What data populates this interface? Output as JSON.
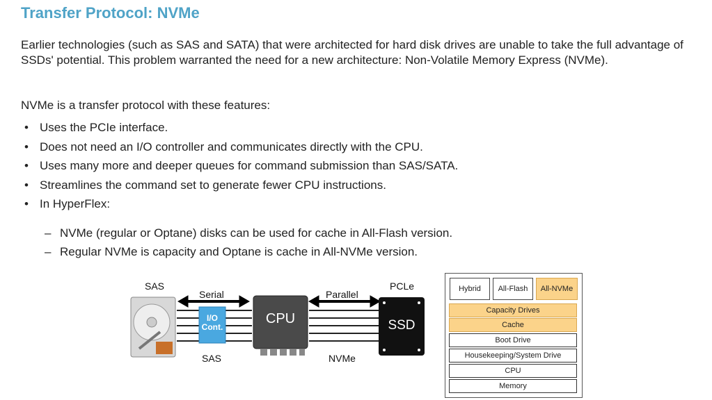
{
  "title": "Transfer Protocol: NVMe",
  "intro": "Earlier technologies (such as SAS and SATA) that were architected for hard disk drives are unable to take the full advantage of SSDs' potential. This problem warranted the need for a new architecture: Non-Volatile Memory Express (NVMe).",
  "features_intro": "NVMe is a transfer protocol with these features:",
  "bullets": [
    "Uses the PCIe interface.",
    "Does not need an I/O controller and communicates directly with the CPU.",
    "Uses many more and deeper queues for command submission than SAS/SATA.",
    "Streamlines the command set to generate fewer CPU instructions.",
    "In HyperFlex:"
  ],
  "sub_bullets": [
    "NVMe (regular or Optane) disks can be used for cache in All-Flash version.",
    "Regular NVMe is capacity and Optane is cache in All-NVMe version."
  ],
  "diagram": {
    "sas_top": "SAS",
    "serial": "Serial",
    "io_cont": "I/O Cont.",
    "cpu": "CPU",
    "parallel": "Parallel",
    "pcle": "PCLe",
    "ssd": "SSD",
    "sas_bottom": "SAS",
    "nvme_bottom": "NVMe",
    "colors": {
      "io": "#4aa8e0",
      "cpu": "#4a4a4a",
      "ssd": "#111111"
    }
  },
  "stack": {
    "tabs": [
      "Hybrid",
      "All-Flash",
      "All-NVMe"
    ],
    "rows": [
      "Capacity Drives",
      "Cache",
      "Boot Drive",
      "Housekeeping/System Drive",
      "CPU",
      "Memory"
    ],
    "highlight_color": "#fbd38a"
  }
}
